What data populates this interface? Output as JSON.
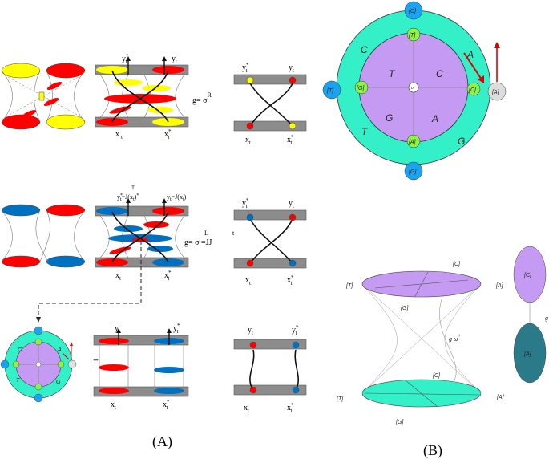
{
  "panels": {
    "A": "(A)",
    "B": "(B)"
  },
  "labels": {
    "row1": {
      "yt_star": "y",
      "yt_star_sup": "*",
      "yt_star_sub": "t",
      "yt": "y",
      "yt_sub": "t",
      "xt": "x",
      "xt_sub": "t",
      "xt_star": "x",
      "xt_star_sup": "*",
      "xt_star_sub": "t",
      "g": "g= σ",
      "g_sup": "R"
    },
    "row2": {
      "yt_star_eq": "y",
      "yt_star_rhs": "=J(x",
      "yt_star_rhs2": ")",
      "yt_eq": "y",
      "yt_rhs": "=J(x",
      "yt_rhs2": ")",
      "xt": "x",
      "xt_sub": "t",
      "xt_star": "x",
      "xt_star_sup": "*",
      "xt_star_sub": "t",
      "g": "g= σ  =JJ",
      "g_sup": "L",
      "g_sup2": "t",
      "dagger": "†"
    },
    "row3": {
      "yt": "y",
      "yt_sub": "t",
      "yt_star": "y",
      "yt_star_sup": "*",
      "yt_star_sub": "t",
      "xt": "x",
      "xt_sub": "t",
      "xt_star": "x",
      "xt_star_sup": "*",
      "xt_star_sub": "t"
    }
  },
  "wheel": {
    "center": "σ",
    "outer_letters": [
      "C",
      "A",
      "T",
      "G"
    ],
    "inner_letters": [
      "T",
      "C",
      "G",
      "A"
    ],
    "nodes_inner": [
      "[T]",
      "[G]",
      "[C]",
      "[A]"
    ],
    "nodes_outer": [
      "[C]",
      "[T]",
      "[G]",
      "[A]"
    ]
  },
  "cone": {
    "top_labels": [
      "[C]",
      "[T]",
      "[A]",
      "[G]"
    ],
    "bottom_labels": [
      "[C]",
      "[T]",
      "[A]",
      "[G]"
    ],
    "omega": "g ω",
    "omega_sup": "+",
    "side_top": "[C]",
    "side_bottom": "[A]",
    "side_g": "g"
  },
  "colors": {
    "yellow": "#ffff00",
    "red": "#ff0000",
    "blue": "#0070c0",
    "purple": "#c59af2",
    "teal": "#33f0c8",
    "lime": "#8df24a",
    "sky": "#1aa3f0",
    "gray_bar": "#8c8c8c",
    "dark_teal": "#2a7a8a"
  }
}
